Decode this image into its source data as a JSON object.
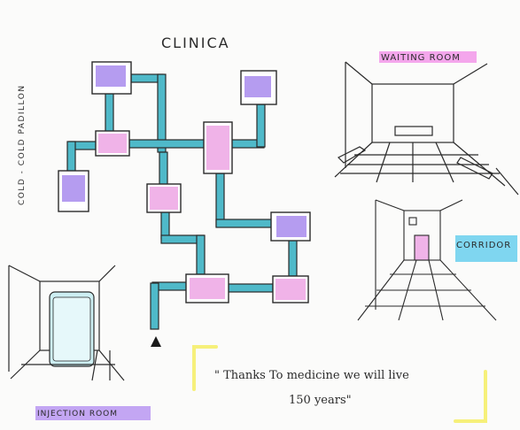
{
  "title": "CLINICA",
  "side_label": "COLD - COLD   PADILLON",
  "labels": {
    "waiting_room": "WAITING ROOM",
    "corridor": "CORRIDOR",
    "injection_room": "INJECTION ROOM"
  },
  "quote": {
    "line1": "\" Thanks To medicine we will live",
    "line2": "150 years\""
  },
  "colors": {
    "ink": "#2a2a2a",
    "pipe": "#4fb9c9",
    "room_purple": "#b59cf0",
    "room_pink": "#f0b3e8",
    "highlight_pink": "#f4a6ec",
    "highlight_cyan": "#7fd6f0",
    "highlight_purple": "#c3a6f3",
    "highlight_yellow": "#f6f07a",
    "pod_fill": "#cdeff3"
  }
}
